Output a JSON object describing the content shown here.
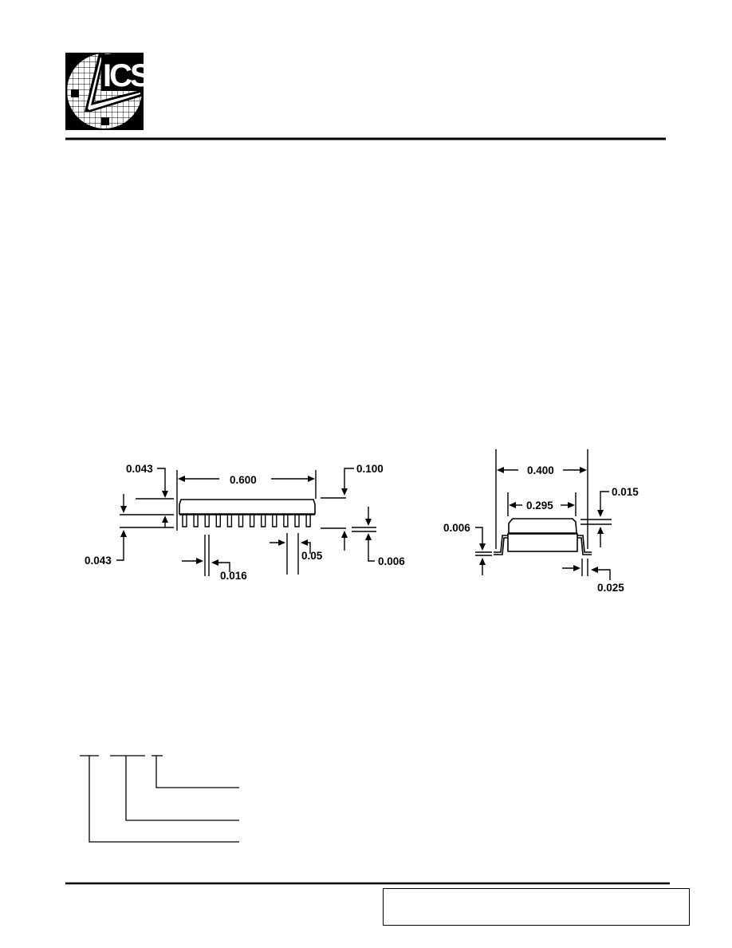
{
  "logo": {
    "text": "ICS",
    "icon": "ics-logo-icon"
  },
  "side_view": {
    "length": "0.600",
    "top_margin": "0.043",
    "bottom_margin": "0.043",
    "height": "0.100",
    "standoff": "0.006",
    "lead_width": "0.016",
    "lead_pitch": "0.05"
  },
  "end_view": {
    "overall_width": "0.400",
    "body_width": "0.295",
    "lead_thickness": "0.015",
    "standoff": "0.006",
    "foot_length": "0.025"
  },
  "footer_box": {
    "text": ""
  },
  "colors": {
    "ink": "#000000",
    "paper": "#ffffff"
  }
}
